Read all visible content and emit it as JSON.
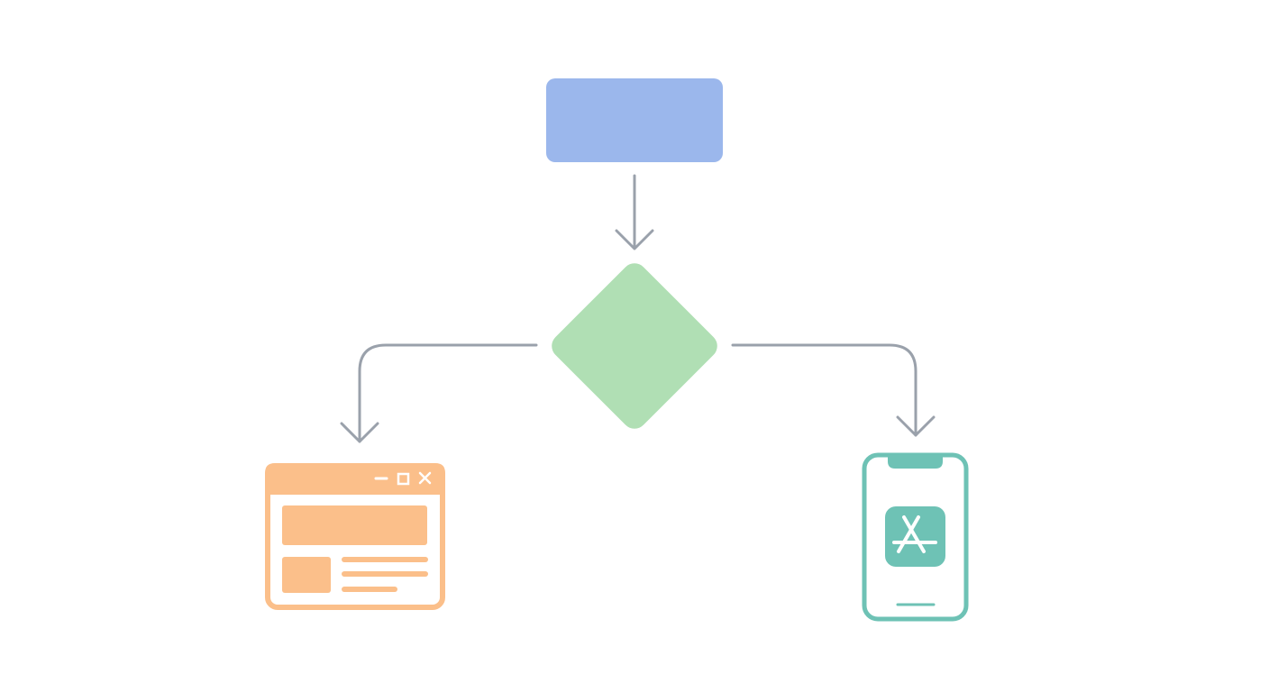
{
  "diagram": {
    "type": "flowchart",
    "nodes": [
      {
        "id": "start",
        "shape": "rounded-rectangle",
        "label": "",
        "color": "#9BB7EC"
      },
      {
        "id": "decision",
        "shape": "diamond",
        "label": "",
        "color": "#B0DFB4"
      },
      {
        "id": "web",
        "shape": "browser-window-icon",
        "label": "",
        "color": "#FBBF8A"
      },
      {
        "id": "mobile",
        "shape": "smartphone-app-store-icon",
        "label": "",
        "color": "#6EC2B5"
      }
    ],
    "edges": [
      {
        "from": "start",
        "to": "decision"
      },
      {
        "from": "decision",
        "to": "web"
      },
      {
        "from": "decision",
        "to": "mobile"
      }
    ],
    "colors": {
      "connector": "#9AA1AB",
      "background": "#FFFFFF"
    },
    "icons": [
      "minimize-icon",
      "maximize-icon",
      "close-icon",
      "app-store-icon"
    ]
  }
}
